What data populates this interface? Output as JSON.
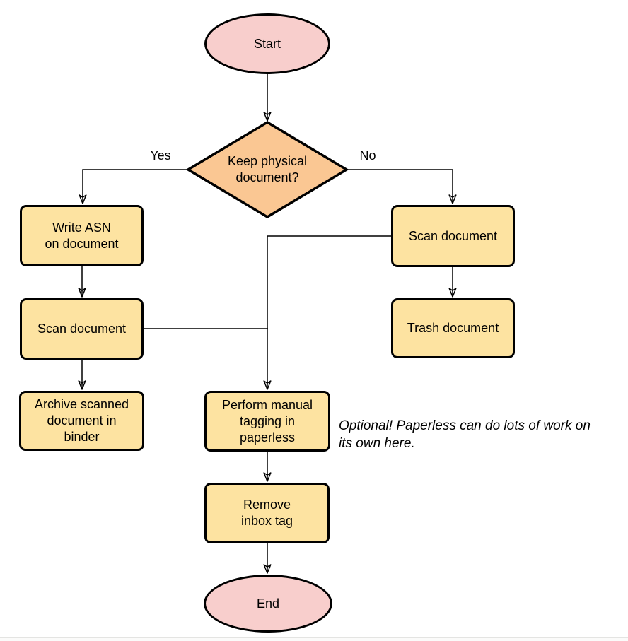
{
  "diagram": {
    "nodes": {
      "start": {
        "label": "Start",
        "type": "terminator"
      },
      "decision": {
        "label": "Keep physical\ndocument?",
        "type": "decision"
      },
      "write_asn": {
        "label": "Write ASN\non document",
        "type": "process"
      },
      "scan_left": {
        "label": "Scan document",
        "type": "process"
      },
      "archive": {
        "label": "Archive scanned\ndocument in\nbinder",
        "type": "process"
      },
      "scan_right": {
        "label": "Scan document",
        "type": "process"
      },
      "trash": {
        "label": "Trash document",
        "type": "process"
      },
      "tagging": {
        "label": "Perform manual\ntagging in\npaperless",
        "type": "process"
      },
      "remove_inbox": {
        "label": "Remove\ninbox tag",
        "type": "process"
      },
      "end": {
        "label": "End",
        "type": "terminator"
      }
    },
    "edge_labels": {
      "yes": "Yes",
      "no": "No"
    },
    "annotation": "Optional! Paperless can do lots of work on\nits own here.",
    "colors": {
      "terminator_fill": "#f8cecc",
      "decision_fill": "#fac793",
      "process_fill": "#fde3a1",
      "stroke": "#000000"
    }
  }
}
